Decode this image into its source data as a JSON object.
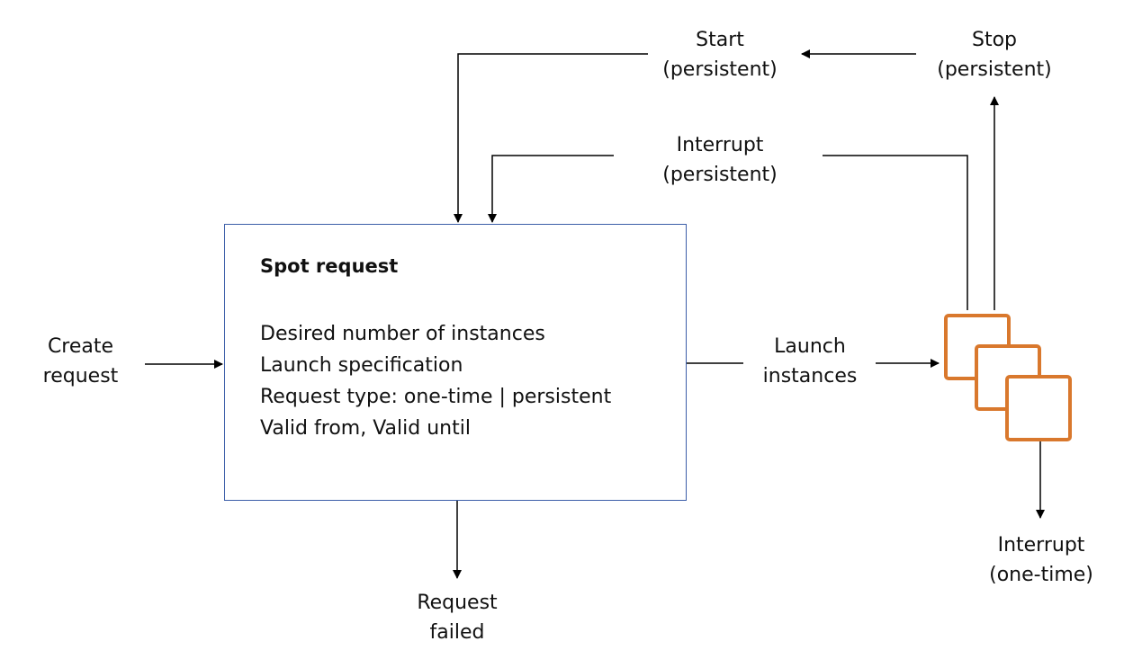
{
  "spot_request": {
    "title": "Spot request",
    "lines": [
      "Desired number of instances",
      "Launch specification",
      "Request type: one-time | persistent",
      "Valid from, Valid until"
    ]
  },
  "labels": {
    "create_request": [
      "Create",
      "request"
    ],
    "launch_instances": [
      "Launch",
      "instances"
    ],
    "start_persistent": [
      "Start",
      "(persistent)"
    ],
    "stop_persistent": [
      "Stop",
      "(persistent)"
    ],
    "interrupt_persistent": [
      "Interrupt",
      "(persistent)"
    ],
    "interrupt_one_time": [
      "Interrupt",
      "(one-time)"
    ],
    "request_failed": [
      "Request",
      "failed"
    ]
  },
  "colors": {
    "box_border": "#3b5ea8",
    "instance_icon": "#d9782d",
    "line": "#000000"
  },
  "icons": {
    "instances": "stacked-instances-icon"
  }
}
